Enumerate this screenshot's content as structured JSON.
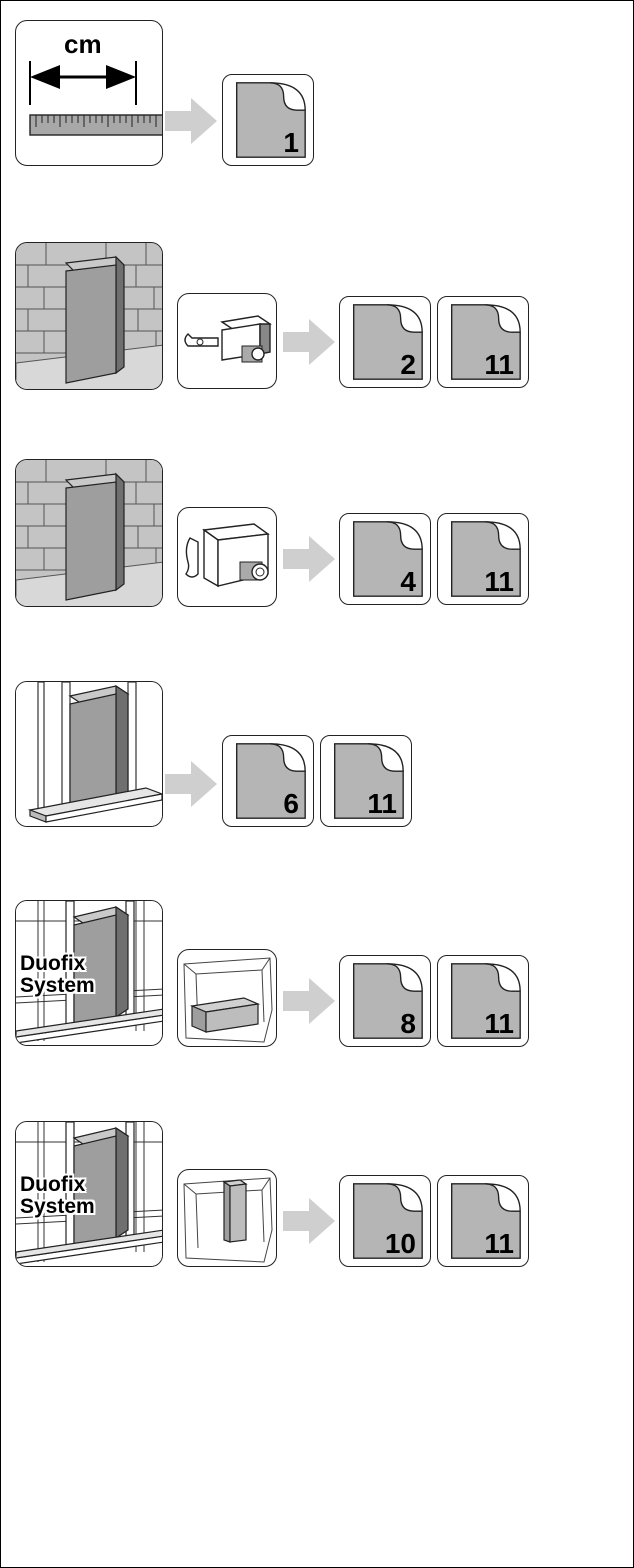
{
  "measure": {
    "unit_label": "cm"
  },
  "rows": [
    {
      "id": "measure",
      "pages": [
        "1"
      ]
    },
    {
      "id": "brick-wall-bracket",
      "pages": [
        "2",
        "11"
      ]
    },
    {
      "id": "brick-wall-clamp",
      "pages": [
        "4",
        "11"
      ]
    },
    {
      "id": "stud-wall",
      "pages": [
        "6",
        "11"
      ]
    },
    {
      "id": "duofix-horizontal",
      "label": "Duofix\nSystem",
      "pages": [
        "8",
        "11"
      ]
    },
    {
      "id": "duofix-vertical",
      "label": "Duofix\nSystem",
      "pages": [
        "10",
        "11"
      ]
    }
  ],
  "colors": {
    "ink": "#222222",
    "panel_gray": "#9e9e9e",
    "page_gray": "#b5b5b5",
    "arrow_gray": "#cfcfcf"
  }
}
